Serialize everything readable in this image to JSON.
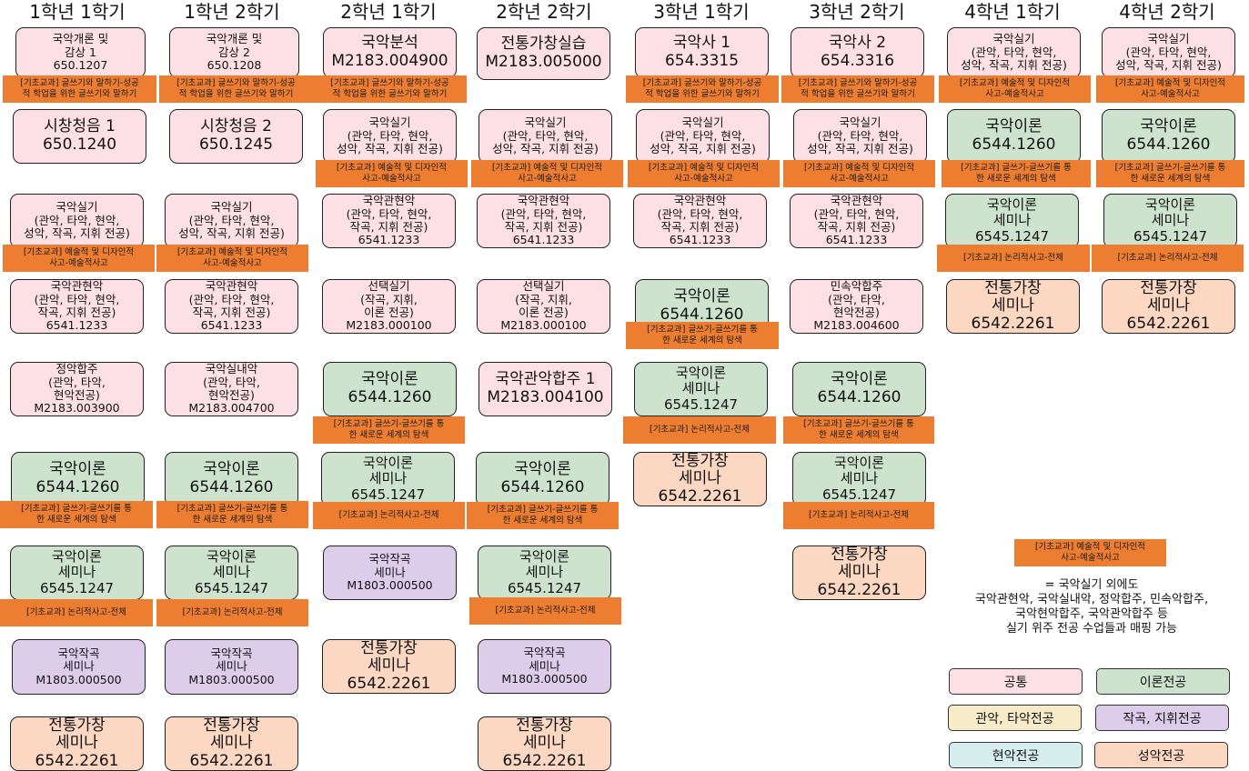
{
  "headers": [
    "1학년 1학기",
    "1학년 2학기",
    "2학년 1학기",
    "2학년 2학기",
    "3학년 1학기",
    "3학년 2학기",
    "4학년 1학기",
    "4학년 2학기"
  ],
  "tags": {
    "writing_speaking": [
      "[기초교과] 글쓰기와 말하기-성공",
      "적 학업을 위한 글쓰기와 말하기"
    ],
    "art_design": [
      "[기초교과] 예술적 및 디자인적",
      "사고-예술적사고"
    ],
    "writing_explore": [
      "[기초교과] 글쓰기-글쓰기를 통",
      "한 새로운 세계의 탐색"
    ],
    "logic": [
      "[기초교과] 논리적사고-전체"
    ]
  },
  "courses": {
    "c0_0": [
      "국악개론 및",
      "감상 1",
      "650.1207"
    ],
    "c0_1": [
      "시창청음 1",
      "650.1240"
    ],
    "c0_2": [
      "국악실기",
      "(관악, 타악, 현악,",
      "성악, 작곡, 지휘 전공)"
    ],
    "c0_3": [
      "국악관현악",
      "(관악, 타악, 현악,",
      "작곡, 지휘 전공)",
      "6541.1233"
    ],
    "c0_4": [
      "정악합주",
      "(관악, 타악,",
      "현악전공)",
      "M2183.003900"
    ],
    "c0_5": [
      "국악이론",
      "6544.1260"
    ],
    "c0_6": [
      "국악이론",
      "세미나",
      "6545.1247"
    ],
    "c0_7": [
      "국악작곡",
      "세미나",
      "M1803.000500"
    ],
    "c0_8": [
      "전통가창",
      "세미나",
      "6542.2261"
    ],
    "c1_0": [
      "국악개론 및",
      "감상 2",
      "650.1208"
    ],
    "c1_1": [
      "시창청음 2",
      "650.1245"
    ],
    "c1_2": [
      "국악실기",
      "(관악, 타악, 현악,",
      "성악, 작곡, 지휘 전공)"
    ],
    "c1_3": [
      "국악관현악",
      "(관악, 타악, 현악,",
      "작곡, 지휘 전공)",
      "6541.1233"
    ],
    "c1_4": [
      "국악실내악",
      "(관악, 타악,",
      "현악전공)",
      "M2183.004700"
    ],
    "c1_5": [
      "국악이론",
      "6544.1260"
    ],
    "c1_6": [
      "국악이론",
      "세미나",
      "6545.1247"
    ],
    "c1_7": [
      "국악작곡",
      "세미나",
      "M1803.000500"
    ],
    "c1_8": [
      "전통가창",
      "세미나",
      "6542.2261"
    ],
    "c2_0": [
      "국악분석",
      "M2183.004900"
    ],
    "c2_1": [
      "국악실기",
      "(관악, 타악, 현악,",
      "성악, 작곡, 지휘 전공)"
    ],
    "c2_2": [
      "국악관현악",
      "(관악, 타악, 현악,",
      "작곡, 지휘 전공)",
      "6541.1233"
    ],
    "c2_3": [
      "선택실기",
      "(작곡, 지휘,",
      "이론 전공)",
      "M2183.000100"
    ],
    "c2_4": [
      "국악이론",
      "6544.1260"
    ],
    "c2_5": [
      "국악이론",
      "세미나",
      "6545.1247"
    ],
    "c2_6": [
      "국악작곡",
      "세미나",
      "M1803.000500"
    ],
    "c2_7": [
      "전통가창",
      "세미나",
      "6542.2261"
    ],
    "c3_0": [
      "전통가창실습",
      "M2183.005000"
    ],
    "c3_1": [
      "국악실기",
      "(관악, 타악, 현악,",
      "성악, 작곡, 지휘 전공)"
    ],
    "c3_2": [
      "국악관현악",
      "(관악, 타악, 현악,",
      "작곡, 지휘 전공)",
      "6541.1233"
    ],
    "c3_3": [
      "선택실기",
      "(작곡, 지휘,",
      "이론 전공)",
      "M2183.000100"
    ],
    "c3_4": [
      "국악관악합주 1",
      "M2183.004100"
    ],
    "c3_5": [
      "국악이론",
      "6544.1260"
    ],
    "c3_6": [
      "국악이론",
      "세미나",
      "6545.1247"
    ],
    "c3_7": [
      "국악작곡",
      "세미나",
      "M1803.000500"
    ],
    "c3_8": [
      "전통가창",
      "세미나",
      "6542.2261"
    ],
    "c4_0": [
      "국악사 1",
      "654.3315"
    ],
    "c4_1": [
      "국악실기",
      "(관악, 타악, 현악,",
      "성악, 작곡, 지휘 전공)"
    ],
    "c4_2": [
      "국악관현악",
      "(관악, 타악, 현악,",
      "작곡, 지휘 전공)",
      "6541.1233"
    ],
    "c4_3": [
      "국악이론",
      "6544.1260"
    ],
    "c4_4": [
      "국악이론",
      "세미나",
      "6545.1247"
    ],
    "c4_5": [
      "전통가창",
      "세미나",
      "6542.2261"
    ],
    "c5_0": [
      "국악사 2",
      "654.3316"
    ],
    "c5_1": [
      "국악실기",
      "(관악, 타악, 현악,",
      "성악, 작곡, 지휘 전공)"
    ],
    "c5_2": [
      "국악관현악",
      "(관악, 타악, 현악,",
      "작곡, 지휘 전공)",
      "6541.1233"
    ],
    "c5_3": [
      "민속악합주",
      "(관악, 타악,",
      "현악전공)",
      "M2183.004600"
    ],
    "c5_4": [
      "국악이론",
      "6544.1260"
    ],
    "c5_5": [
      "국악이론",
      "세미나",
      "6545.1247"
    ],
    "c5_6": [
      "전통가창",
      "세미나",
      "6542.2261"
    ],
    "c6_0": [
      "국악실기",
      "(관악, 타악, 현악,",
      "성악, 작곡, 지휘 전공)"
    ],
    "c6_1": [
      "국악이론",
      "6544.1260"
    ],
    "c6_2": [
      "국악이론",
      "세미나",
      "6545.1247"
    ],
    "c6_3": [
      "전통가창",
      "세미나",
      "6542.2261"
    ],
    "c7_0": [
      "국악실기",
      "(관악, 타악, 현악,",
      "성악, 작곡, 지휘 전공)"
    ],
    "c7_1": [
      "국악이론",
      "6544.1260"
    ],
    "c7_2": [
      "국악이론",
      "세미나",
      "6545.1247"
    ],
    "c7_3": [
      "전통가창",
      "세미나",
      "6542.2261"
    ]
  },
  "note": {
    "tag": [
      "[기초교과] 예술적 및 디자인적",
      "사고-예술적사고"
    ],
    "lines": [
      "= 국악실기 외에도",
      "국악관현악, 국악실내악, 정악합주, 민속악합주,",
      "국악현악합주, 국악관악합주 등",
      "실기 위주 전공 수업들과 매핑 가능"
    ]
  },
  "legend": [
    {
      "label": "공통",
      "color": "#fde0e6"
    },
    {
      "label": "이론전공",
      "color": "#cde3cd"
    },
    {
      "label": "관악, 타악전공",
      "color": "#f8ebc8"
    },
    {
      "label": "작곡, 지휘전공",
      "color": "#ddcdeb"
    },
    {
      "label": "현악전공",
      "color": "#d6eeee"
    },
    {
      "label": "성악전공",
      "color": "#fcd7c2"
    }
  ],
  "colors": {
    "tag": "#ed7d31"
  }
}
